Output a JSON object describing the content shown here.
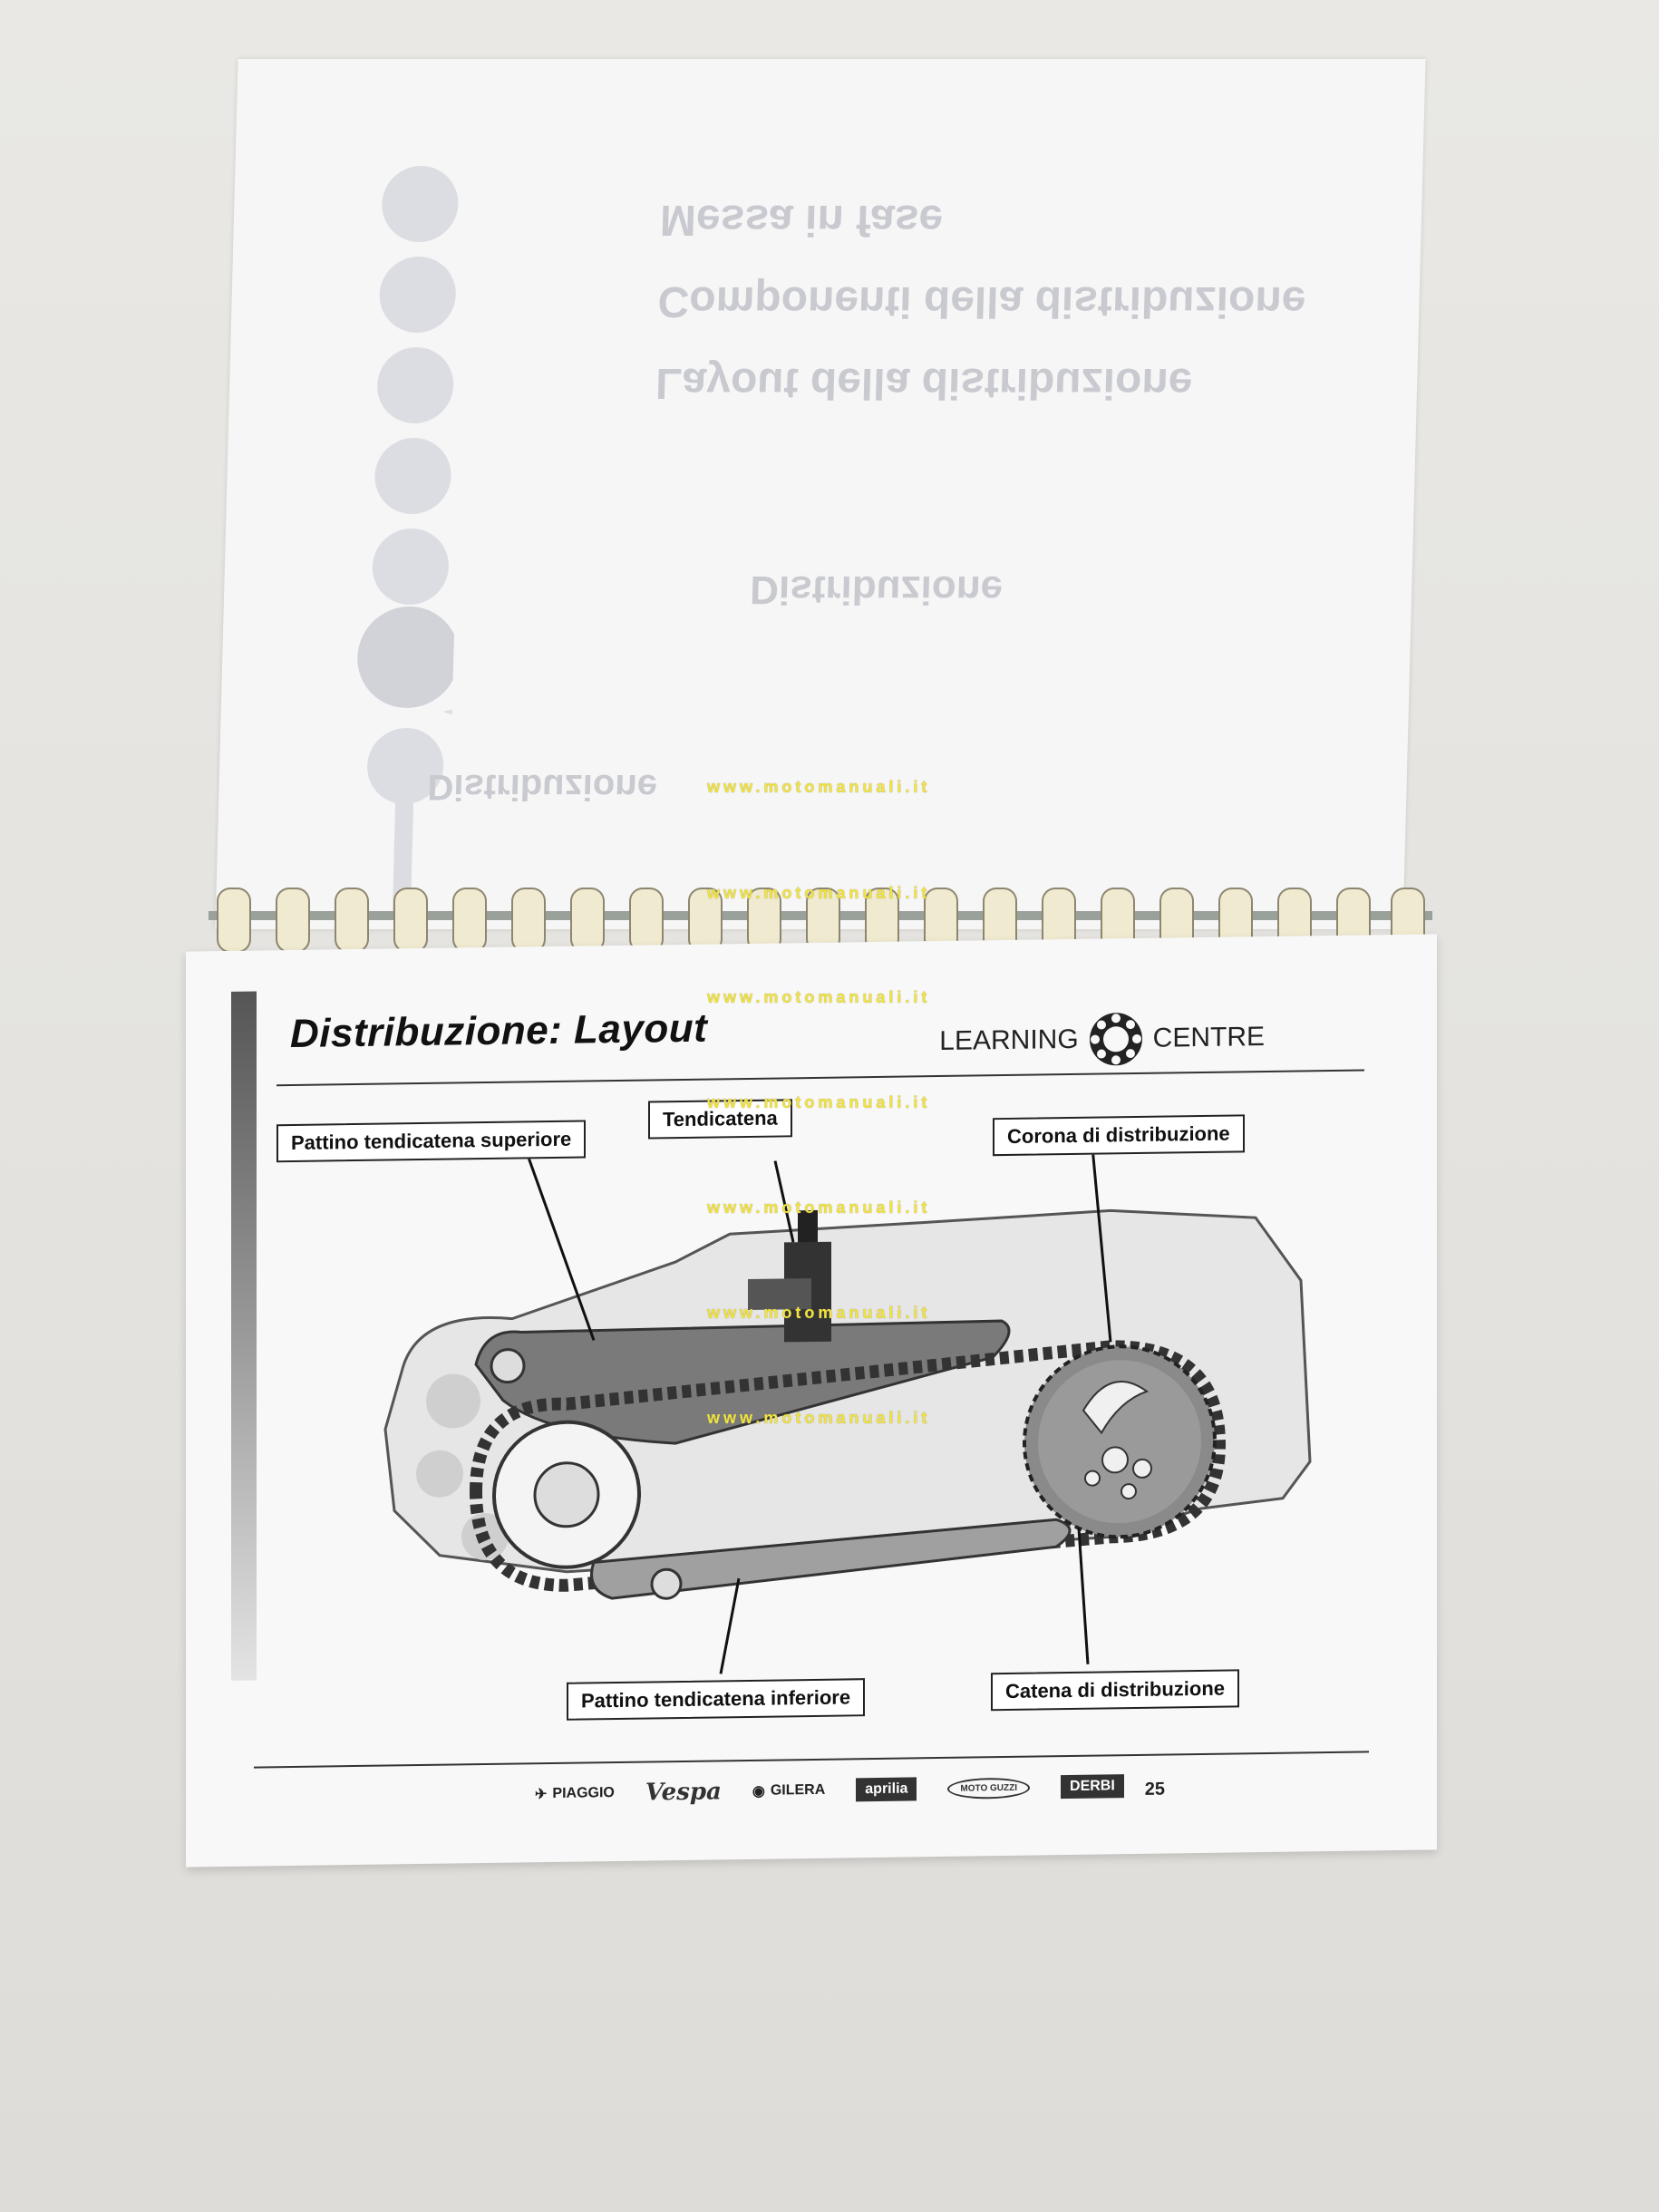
{
  "page": {
    "title": "Distribuzione: Layout",
    "brand_left": "LEARNING",
    "brand_right": "CENTRE",
    "page_number": "25"
  },
  "callouts": {
    "upper_pad": "Pattino tendicatena superiore",
    "tensioner": "Tendicatena",
    "sprocket": "Corona di distribuzione",
    "lower_pad": "Pattino tendicatena inferiore",
    "chain": "Catena di distribuzione"
  },
  "ghost_text": {
    "line1": "Messa in fase",
    "line2": "Componenti della distribuzione",
    "line3": "Layout della distribuzione",
    "section": "Distribuzione",
    "footer": "Distribuzione"
  },
  "logos": {
    "piaggio": "PIAGGIO",
    "vespa": "Vespa",
    "gilera": "GILERA",
    "aprilia": "aprilia",
    "motoguzzi": "MOTO GUZZI",
    "derbi": "DERBI"
  },
  "watermark": "www.motomanuali.it",
  "colors": {
    "watermark": "#f2e33a",
    "binding": "#f0ead0",
    "ink": "#111111"
  }
}
